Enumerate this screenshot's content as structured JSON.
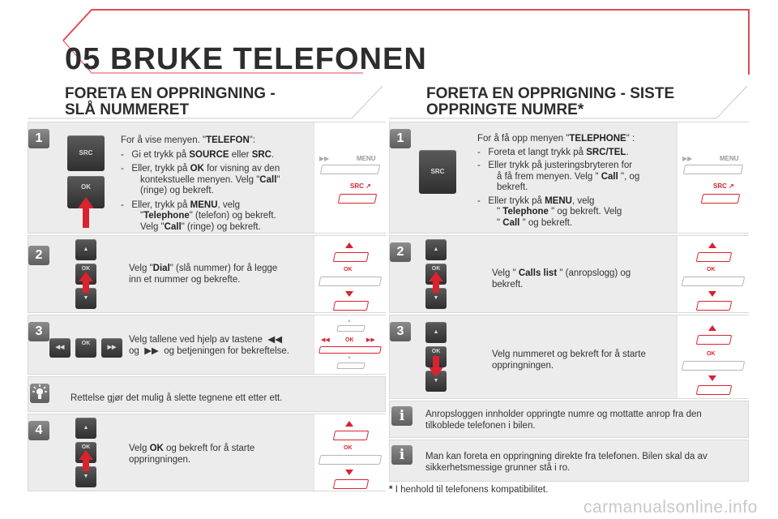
{
  "chapter": {
    "number": "05",
    "title": "BRUKE TELEFONEN"
  },
  "left": {
    "heading_line1": "FORETA EN OPPRINGNING -",
    "heading_line2": "SLÅ NUMMERET",
    "step1": {
      "badge": "1",
      "intro_prefix": "For å vise menyen. \"",
      "intro_bold": "TELEFON",
      "intro_suffix": "\":",
      "b1_prefix": "Gi et trykk på ",
      "b1_bold1": "SOURCE",
      "b1_mid": " eller ",
      "b1_bold2": "SRC",
      "b1_suffix": ".",
      "b2_prefix": "Eller, trykk på ",
      "b2_bold": "OK",
      "b2_suffix1": " for visning av den",
      "b2_line2_prefix": "kontekstuelle menyen. Velg \"",
      "b2_line2_bold": "Call",
      "b2_line2_suffix": "\"",
      "b2_line3": "(ringe) og bekreft.",
      "b3_prefix": "Eller, trykk på ",
      "b3_bold": "MENU",
      "b3_suffix": ", velg",
      "b3_line2_prefix": "\"",
      "b3_line2_bold": "Telephone",
      "b3_line2_suffix": "\" (telefon) og bekreft.",
      "b3_line3_prefix": "Velg \"",
      "b3_line3_bold": "Call",
      "b3_line3_suffix": "\" (ringe) og bekreft.",
      "menu_label": "MENU",
      "src_label": "SRC",
      "ok_label": "OK"
    },
    "step2": {
      "badge": "2",
      "line1_prefix": "Velg \"",
      "line1_bold": "Dial",
      "line1_suffix": "\" (slå nummer) for å legge",
      "line2": "inn et nummer og bekrefte.",
      "ok_label": "OK"
    },
    "step3": {
      "badge": "3",
      "line1": "Velg tallene ved hjelp av tastene",
      "line2_prefix": "og",
      "line2_suffix": "og betjeningen for bekreftelse.",
      "ok_label": "OK"
    },
    "tip": "Rettelse gjør det mulig å slette tegnene ett etter ett.",
    "step4": {
      "badge": "4",
      "line1_prefix": "Velg ",
      "line1_bold": "OK",
      "line1_suffix": " og bekreft for å starte",
      "line2": "oppringningen.",
      "ok_label": "OK"
    }
  },
  "right": {
    "heading_line1": "FORETA EN OPPRIGNING - SISTE",
    "heading_line2": "OPPRINGTE NUMRE*",
    "step1": {
      "badge": "1",
      "intro_prefix": "For å få opp menyen \"",
      "intro_bold": "TELEPHONE",
      "intro_suffix": "\" :",
      "b1_prefix": "Foreta et langt trykk på ",
      "b1_bold": "SRC/TEL",
      "b1_suffix": ".",
      "b2_line1": "Eller trykk på justeringsbryteren for",
      "b2_line2_prefix": "å få frem menyen. Velg \" ",
      "b2_line2_bold": "Call",
      "b2_line2_suffix": " \", og",
      "b2_line3": "bekreft.",
      "b3_prefix": "Eller trykk på ",
      "b3_bold": "MENU",
      "b3_suffix": ", velg",
      "b3_line2_prefix": "\" ",
      "b3_line2_bold": "Telephone",
      "b3_line2_suffix": " \" og bekreft. Velg",
      "b3_line3_prefix": "\" ",
      "b3_line3_bold": "Call",
      "b3_line3_suffix": " \" og bekreft.",
      "menu_label": "MENU",
      "src_label": "SRC"
    },
    "step2": {
      "badge": "2",
      "line1_prefix": "Velg \" ",
      "line1_bold": "Calls list",
      "line1_suffix": " \" (anropslogg) og",
      "line2": "bekreft.",
      "ok_label": "OK"
    },
    "step3": {
      "badge": "3",
      "line1": "Velg nummeret og bekreft for å starte",
      "line2": "oppringningen.",
      "ok_label": "OK"
    },
    "info1_line1": "Anropsloggen innholder oppringte numre og mottatte anrop fra den",
    "info1_line2": "tilkoblede telefonen i bilen.",
    "info2_line1": "Man kan foreta en oppringning direkte fra telefonen. Bilen skal da av",
    "info2_line2": "sikkerhetsmessige grunner stå i ro.",
    "footnote_star": "*",
    "footnote": "I henhold til telefonens kompatibilitet."
  },
  "watermark": "carmanualsonline.info",
  "colors": {
    "accent": "#d9232e",
    "panel": "#ececec",
    "heading": "#2d2d2d"
  }
}
